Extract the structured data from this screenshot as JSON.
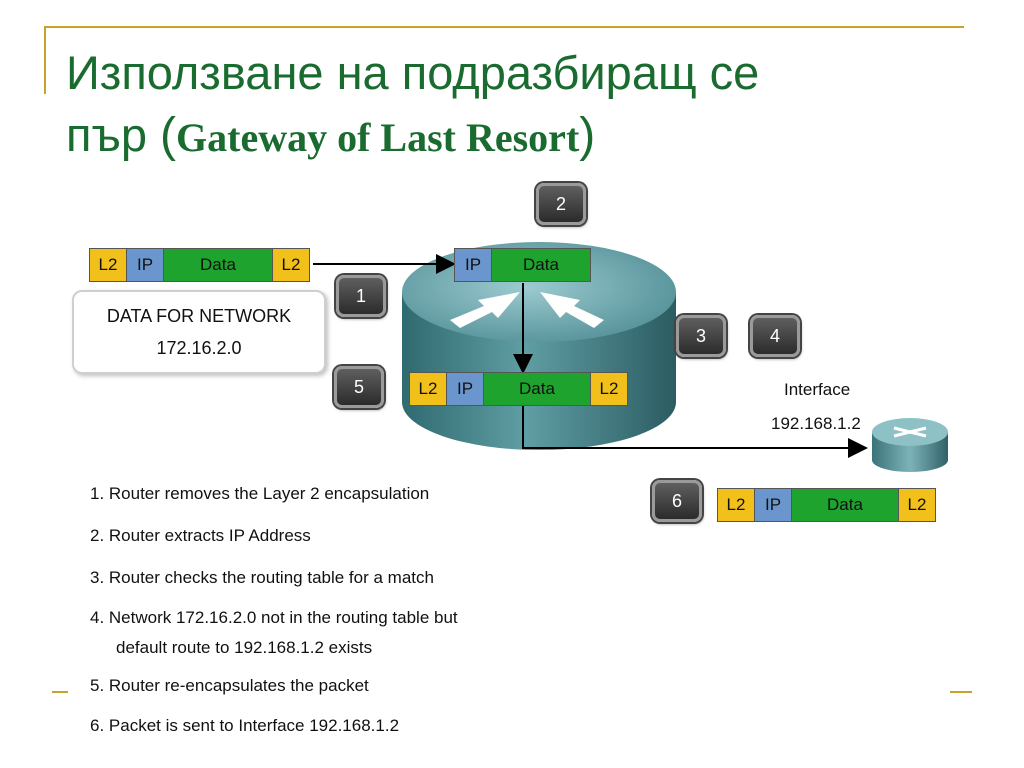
{
  "title": {
    "line1": "Използване на подразбиращ се",
    "line2_prefix": "пър",
    "open_paren": "(",
    "english": "Gateway of Last Resort",
    "close_paren": ")"
  },
  "frame_labels": {
    "l2": "L2",
    "ip": "IP",
    "data": "Data"
  },
  "badges": [
    "1",
    "2",
    "3",
    "4",
    "5",
    "6"
  ],
  "network_box": {
    "line1": "DATA FOR NETWORK",
    "line2": "172.16.2.0"
  },
  "interface_label": {
    "line1": "Interface",
    "line2": "192.168.1.2"
  },
  "steps": [
    "1. Router removes the Layer 2 encapsulation",
    "2. Router extracts IP Address",
    "3. Router checks the routing table for a match",
    "4. Network 172.16.2.0 not in the routing table but",
    "default route to 192.168.1.2 exists",
    "5. Router re-encapsulates the packet",
    "6. Packet is sent to Interface 192.168.1.2"
  ],
  "colors": {
    "title": "#1a6b2f",
    "accent_lines": "#c9a227",
    "l2": "#f2c01a",
    "ip": "#6b96cd",
    "data": "#1ea32e",
    "router": "#3f7f86"
  }
}
